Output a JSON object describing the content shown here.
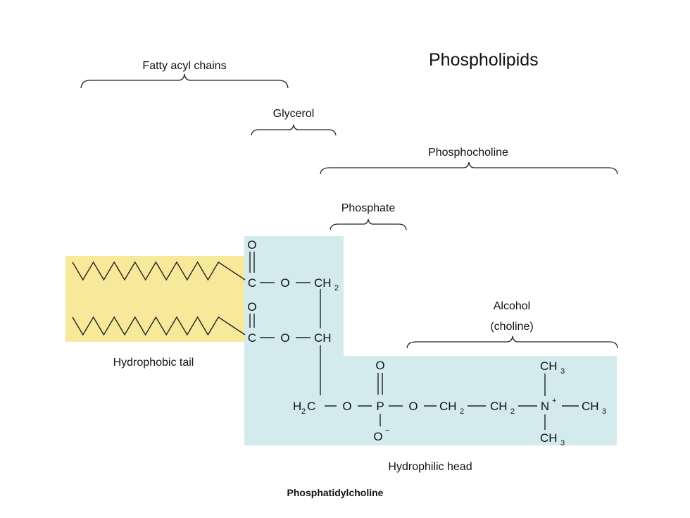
{
  "title": "Phospholipids",
  "caption": "Phosphatidylcholine",
  "labels": {
    "fatty_acyl_chains": "Fatty acyl chains",
    "glycerol": "Glycerol",
    "phosphocholine": "Phosphocholine",
    "phosphate": "Phosphate",
    "alcohol_line1": "Alcohol",
    "alcohol_line2": "(choline)",
    "hydrophobic_tail": "Hydrophobic tail",
    "hydrophilic_head": "Hydrophilic head"
  },
  "atoms": {
    "O": "O",
    "C": "C",
    "H": "H",
    "CH": "CH",
    "P": "P",
    "N": "N",
    "two": "2",
    "three": "3",
    "plus": "+",
    "minus": "−"
  },
  "colors": {
    "hydrophobic_region": "#f8e99a",
    "hydrophilic_region": "#d4ebee"
  }
}
